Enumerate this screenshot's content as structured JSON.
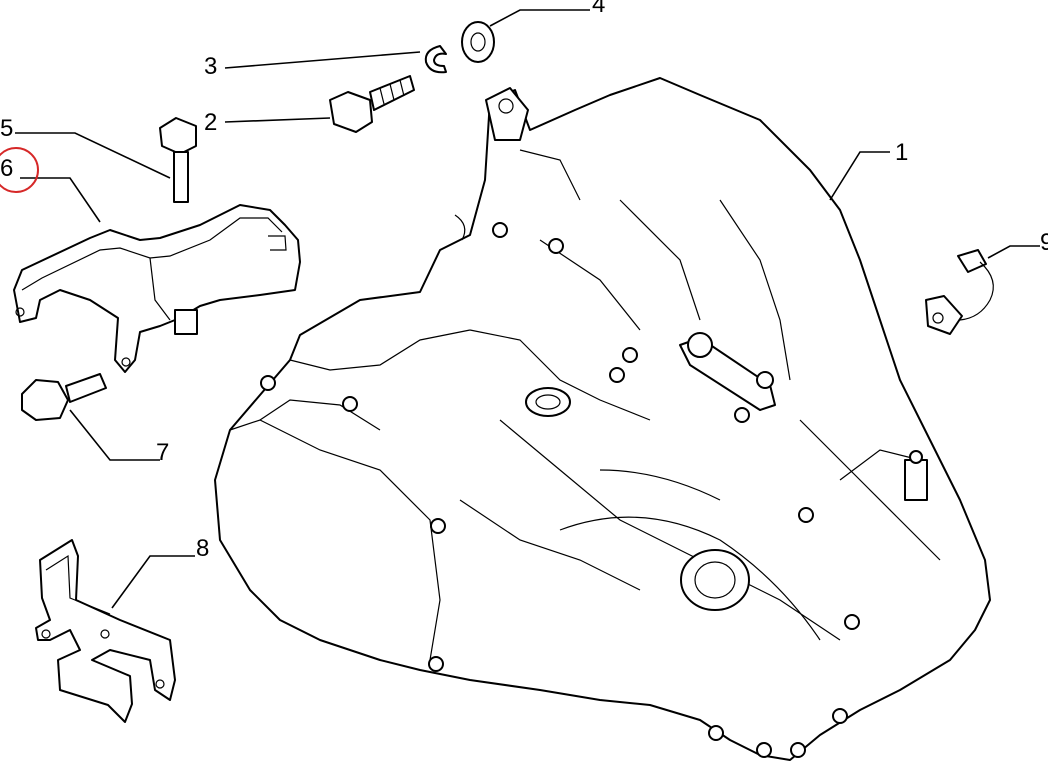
{
  "diagram": {
    "callouts": [
      {
        "id": "1",
        "label": "1"
      },
      {
        "id": "2",
        "label": "2"
      },
      {
        "id": "3",
        "label": "3"
      },
      {
        "id": "4",
        "label": "4"
      },
      {
        "id": "5",
        "label": "5"
      },
      {
        "id": "6",
        "label": "6",
        "highlighted": true
      },
      {
        "id": "7",
        "label": "7"
      },
      {
        "id": "8",
        "label": "8"
      },
      {
        "id": "9",
        "label": "9"
      }
    ],
    "highlight_color": "#d62828",
    "line_color": "#000000",
    "background_color": "#ffffff"
  }
}
